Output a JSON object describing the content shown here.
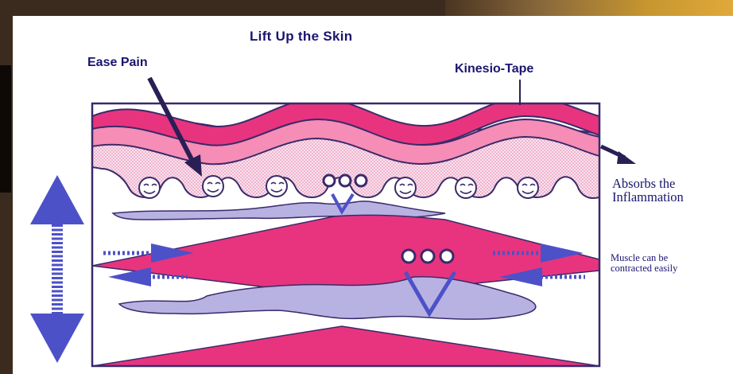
{
  "title": "Lift Up the Skin",
  "labels": {
    "ease_pain": "Ease Pain",
    "kinesio_tape": "Kinesio-Tape",
    "absorbs_line1": "Absorbs the",
    "absorbs_line2": "Inflammation",
    "muscle_line1": "Muscle can be",
    "muscle_line2": "contracted easily"
  },
  "colors": {
    "magenta": "#e8347e",
    "pink": "#f58db6",
    "lavender": "#b7b2e2",
    "blue": "#4d51c8",
    "navy": "#1a1570",
    "outline": "#3a2a6a"
  }
}
